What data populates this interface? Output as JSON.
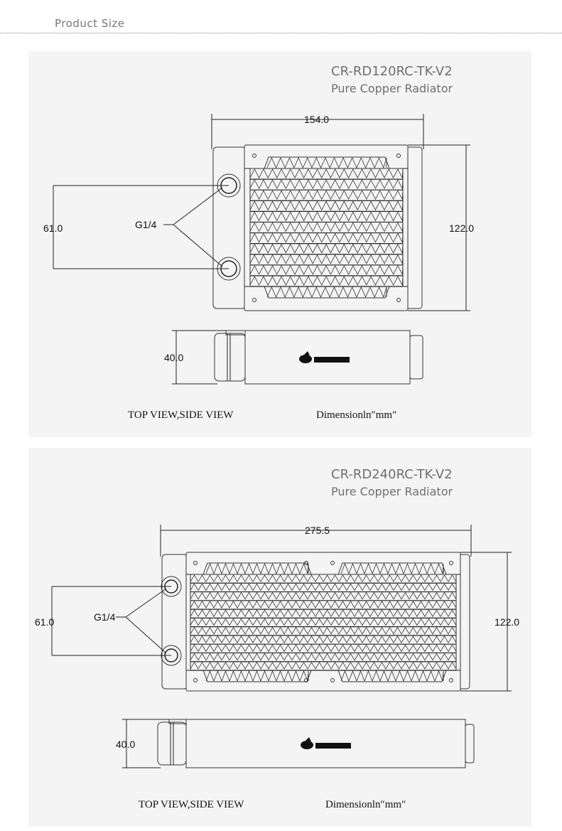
{
  "header": {
    "title": "Product Size"
  },
  "products": [
    {
      "model": "CR-RD120RC-TK-V2",
      "subtitle": "Pure Copper Radiator",
      "width": "154.0",
      "height": "122.0",
      "port_spacing": "61.0",
      "thickness": "40.0",
      "port_label": "G1/4",
      "view_label": "TOP VIEW,SIDE VIEW",
      "unit_label": "Dimensionln″mm″"
    },
    {
      "model": "CR-RD240RC-TK-V2",
      "subtitle": "Pure Copper Radiator",
      "width": "275.5",
      "height": "122.0",
      "port_spacing": "61.0",
      "thickness": "40.0",
      "port_label": "G1/4",
      "view_label": "TOP VIEW,SIDE VIEW",
      "unit_label": "Dimensionln″mm″"
    }
  ]
}
